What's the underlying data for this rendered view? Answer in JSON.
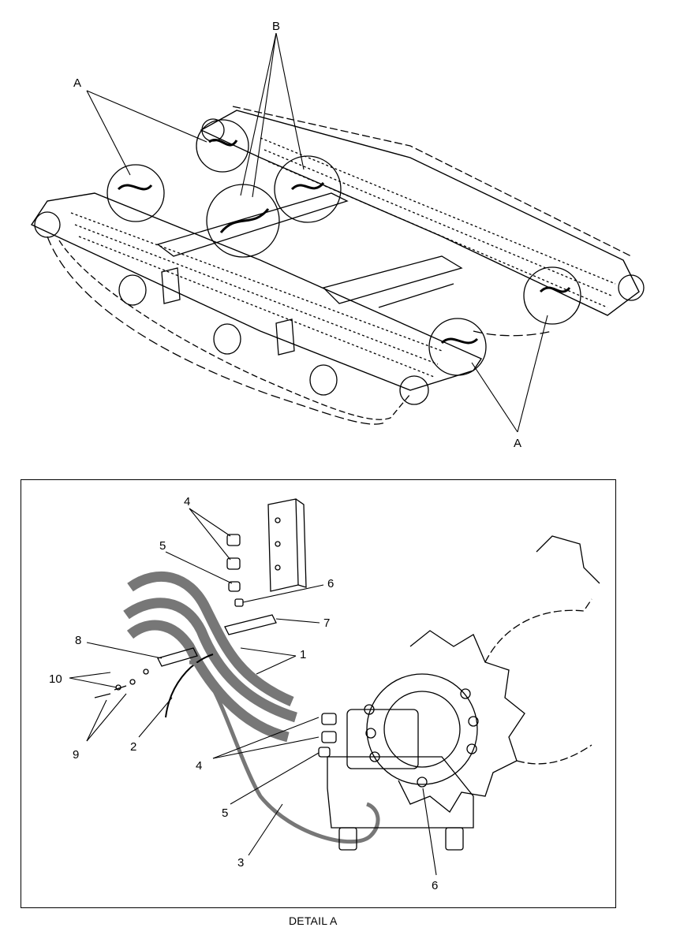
{
  "overview": {
    "label_a": "A",
    "label_b": "B"
  },
  "detail": {
    "caption": "DETAIL A",
    "callouts": {
      "c1": "1",
      "c2": "2",
      "c3": "3",
      "c4": "4",
      "c5": "5",
      "c6": "6",
      "c7": "7",
      "c8": "8",
      "c9": "9",
      "c10": "10"
    }
  }
}
